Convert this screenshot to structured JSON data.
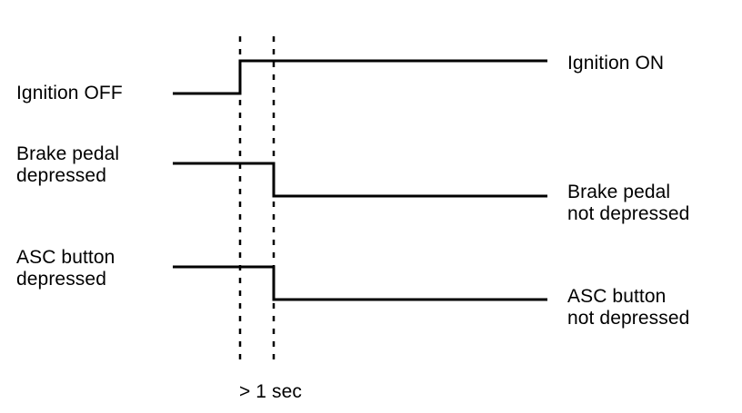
{
  "signals": [
    {
      "id": "ignition",
      "left_label": [
        "Ignition OFF"
      ],
      "right_label": [
        "Ignition ON"
      ],
      "transition": "low-to-high"
    },
    {
      "id": "brake_pedal",
      "left_label": [
        "Brake pedal",
        "depressed"
      ],
      "right_label": [
        "Brake pedal",
        "not depressed"
      ],
      "transition": "high-to-low"
    },
    {
      "id": "asc_button",
      "left_label": [
        "ASC button",
        "depressed"
      ],
      "right_label": [
        "ASC button",
        "not depressed"
      ],
      "transition": "high-to-low"
    }
  ],
  "interval_label": "> 1 sec",
  "colors": {
    "line": "#000000",
    "background": "#ffffff"
  }
}
